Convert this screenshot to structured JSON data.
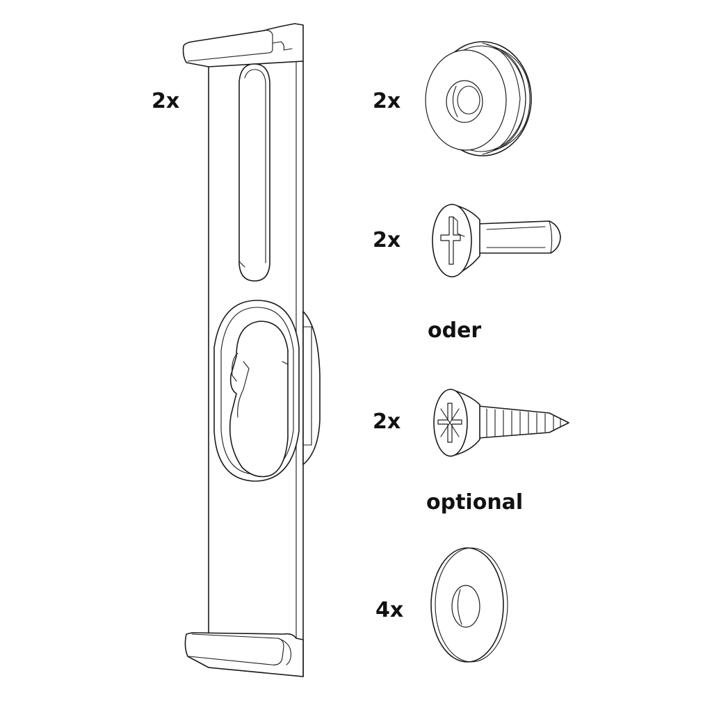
{
  "quantities": {
    "bracket": "2x",
    "cap": "2x",
    "bolt": "2x",
    "screw": "2x",
    "washer": "4x"
  },
  "connectors": {
    "or": "oder",
    "optional": "optional"
  }
}
